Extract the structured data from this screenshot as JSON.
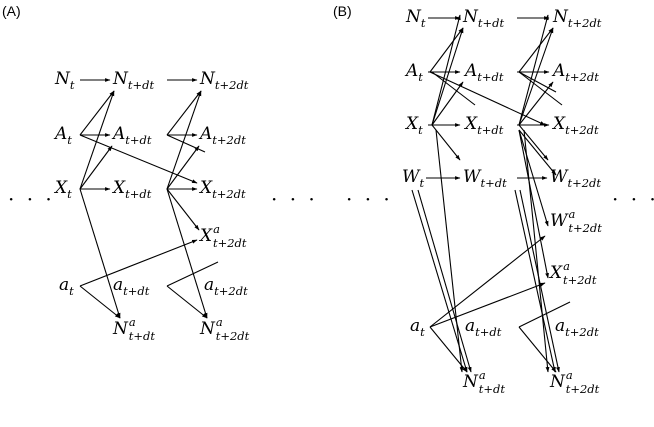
{
  "panels": [
    {
      "label": "(A)",
      "nodes": [
        {
          "id": "Nt",
          "base": "N",
          "sub": "t",
          "sup": ""
        },
        {
          "id": "Nt1",
          "base": "N",
          "sub": "t+dt",
          "sup": ""
        },
        {
          "id": "Nt2",
          "base": "N",
          "sub": "t+2dt",
          "sup": ""
        },
        {
          "id": "At",
          "base": "A",
          "sub": "t",
          "sup": ""
        },
        {
          "id": "At1",
          "base": "A",
          "sub": "t+dt",
          "sup": ""
        },
        {
          "id": "At2",
          "base": "A",
          "sub": "t+2dt",
          "sup": ""
        },
        {
          "id": "Xt",
          "base": "X",
          "sub": "t",
          "sup": ""
        },
        {
          "id": "Xt1",
          "base": "X",
          "sub": "t+dt",
          "sup": ""
        },
        {
          "id": "Xt2",
          "base": "X",
          "sub": "t+2dt",
          "sup": ""
        },
        {
          "id": "Xa2",
          "base": "X",
          "sub": "t+2dt",
          "sup": "a"
        },
        {
          "id": "at",
          "base": "a",
          "sub": "t",
          "sup": ""
        },
        {
          "id": "at1",
          "base": "a",
          "sub": "t+dt",
          "sup": ""
        },
        {
          "id": "at2",
          "base": "a",
          "sub": "t+2dt",
          "sup": ""
        },
        {
          "id": "Na1",
          "base": "N",
          "sub": "t+dt",
          "sup": "a"
        },
        {
          "id": "Na2",
          "base": "N",
          "sub": "t+2dt",
          "sup": "a"
        }
      ],
      "ellipsis_left": "· · ·",
      "ellipsis_right": "· · ·"
    },
    {
      "label": "(B)",
      "nodes": [
        {
          "id": "Nt",
          "base": "N",
          "sub": "t",
          "sup": ""
        },
        {
          "id": "Nt1",
          "base": "N",
          "sub": "t+dt",
          "sup": ""
        },
        {
          "id": "Nt2",
          "base": "N",
          "sub": "t+2dt",
          "sup": ""
        },
        {
          "id": "At",
          "base": "A",
          "sub": "t",
          "sup": ""
        },
        {
          "id": "At1",
          "base": "A",
          "sub": "t+dt",
          "sup": ""
        },
        {
          "id": "At2",
          "base": "A",
          "sub": "t+2dt",
          "sup": ""
        },
        {
          "id": "Xt",
          "base": "X",
          "sub": "t",
          "sup": ""
        },
        {
          "id": "Xt1",
          "base": "X",
          "sub": "t+dt",
          "sup": ""
        },
        {
          "id": "Xt2",
          "base": "X",
          "sub": "t+2dt",
          "sup": ""
        },
        {
          "id": "Wt",
          "base": "W",
          "sub": "t",
          "sup": ""
        },
        {
          "id": "Wt1",
          "base": "W",
          "sub": "t+dt",
          "sup": ""
        },
        {
          "id": "Wt2",
          "base": "W",
          "sub": "t+2dt",
          "sup": ""
        },
        {
          "id": "Wa2",
          "base": "W",
          "sub": "t+2dt",
          "sup": "a"
        },
        {
          "id": "Xa2",
          "base": "X",
          "sub": "t+2dt",
          "sup": "a"
        },
        {
          "id": "at",
          "base": "a",
          "sub": "t",
          "sup": ""
        },
        {
          "id": "at1",
          "base": "a",
          "sub": "t+dt",
          "sup": ""
        },
        {
          "id": "at2",
          "base": "a",
          "sub": "t+2dt",
          "sup": ""
        },
        {
          "id": "Na1",
          "base": "N",
          "sub": "t+dt",
          "sup": "a"
        },
        {
          "id": "Na2",
          "base": "N",
          "sub": "t+2dt",
          "sup": "a"
        }
      ],
      "ellipsis_left": "· · ·",
      "ellipsis_right": "· · ·"
    }
  ]
}
